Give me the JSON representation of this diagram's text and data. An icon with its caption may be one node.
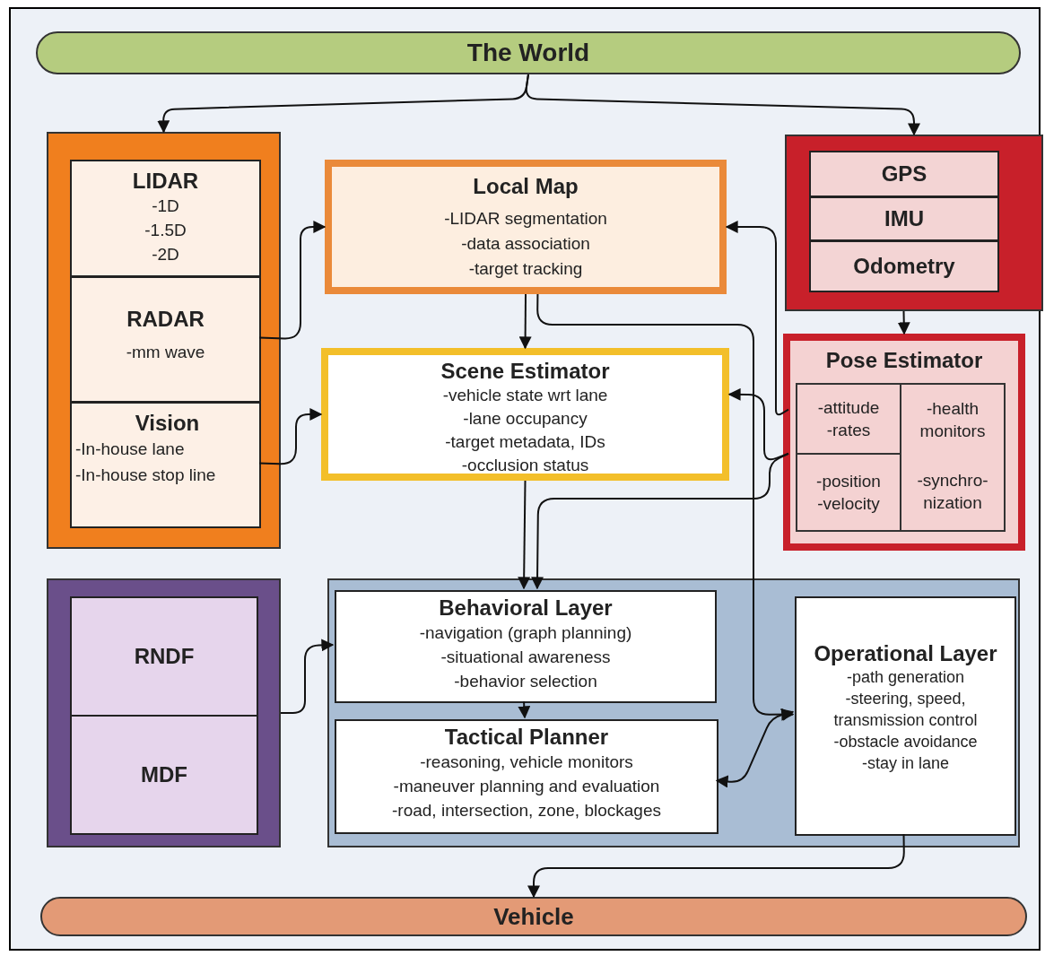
{
  "diagram": {
    "nodes": [
      {
        "text": [
          "The World"
        ]
      },
      {
        "text": [],
        "shape": "box"
      },
      {
        "text": [
          "LIDAR",
          "-1D",
          "-1.5D",
          "-2D"
        ],
        "in": 1
      },
      {
        "text": [
          "RADAR",
          "-mm wave"
        ],
        "in": 1
      },
      {
        "text": [
          "Vision",
          "-In-house lane",
          "-In-house stop line"
        ],
        "in": 1
      },
      {
        "text": [
          "Local Map",
          "-LIDAR segmentation",
          "-data association",
          "-target tracking"
        ]
      },
      {
        "text": [
          "Scene Estimator",
          "-vehicle state wrt lane",
          "-lane occupancy",
          "-target metadata, IDs",
          "-occlusion status"
        ]
      },
      {
        "text": [],
        "shape": "box"
      },
      {
        "text": [
          "GPS"
        ],
        "in": 7
      },
      {
        "text": [
          "IMU"
        ],
        "in": 7
      },
      {
        "text": [
          "Odometry"
        ],
        "in": 7
      },
      {
        "text": [
          "Pose Estimator"
        ]
      },
      {
        "text": [
          "-attitude",
          "-rates"
        ],
        "in": 11
      },
      {
        "text": [
          "-health monitors"
        ],
        "in": 11
      },
      {
        "text": [
          "-position",
          "-velocity"
        ],
        "in": 11
      },
      {
        "text": [
          "-synchro- nization"
        ],
        "in": 11
      },
      {
        "text": [],
        "shape": "box"
      },
      {
        "text": [
          "RNDF"
        ],
        "in": 16
      },
      {
        "text": [
          "MDF"
        ],
        "in": 16
      },
      {
        "text": [],
        "shape": "box"
      },
      {
        "text": [
          "Behavioral Layer",
          "-navigation (graph planning)",
          "-situational awareness",
          "-behavior selection"
        ],
        "in": 19
      },
      {
        "text": [
          "Tactical Planner",
          "-reasoning, vehicle monitors",
          "-maneuver planning and evaluation",
          "-road, intersection, zone, blockages"
        ],
        "in": 19
      },
      {
        "text": [
          "Operational Layer",
          "-path generation",
          "-steering, speed, transmission control",
          "-obstacle avoidance",
          "-stay in lane"
        ],
        "in": 19
      },
      {
        "text": [
          "Vehicle"
        ]
      }
    ],
    "edges": [
      {
        "from": 0,
        "to": 1,
        "arrow": "to"
      },
      {
        "from": 0,
        "to": 7,
        "arrow": "to"
      },
      {
        "from": 3,
        "to": 5,
        "arrow": "to"
      },
      {
        "from": 4,
        "to": 6,
        "arrow": "to"
      },
      {
        "from": 7,
        "to": 11,
        "arrow": "to"
      },
      {
        "from": 12,
        "to": 5,
        "arrow": "to"
      },
      {
        "from": 14,
        "to": 6,
        "arrow": "to"
      },
      {
        "from": 14,
        "to": 20,
        "arrow": "to"
      },
      {
        "from": 5,
        "to": 6,
        "arrow": "to"
      },
      {
        "from": 5,
        "to": 22,
        "arrow": "to"
      },
      {
        "from": 6,
        "to": 20,
        "arrow": "to"
      },
      {
        "from": 16,
        "to": 20,
        "arrow": "to"
      },
      {
        "from": 20,
        "to": 21,
        "arrow": "to"
      },
      {
        "from": 21,
        "to": 22,
        "arrow": "both"
      },
      {
        "from": 22,
        "to": 23,
        "arrow": "to"
      }
    ]
  }
}
